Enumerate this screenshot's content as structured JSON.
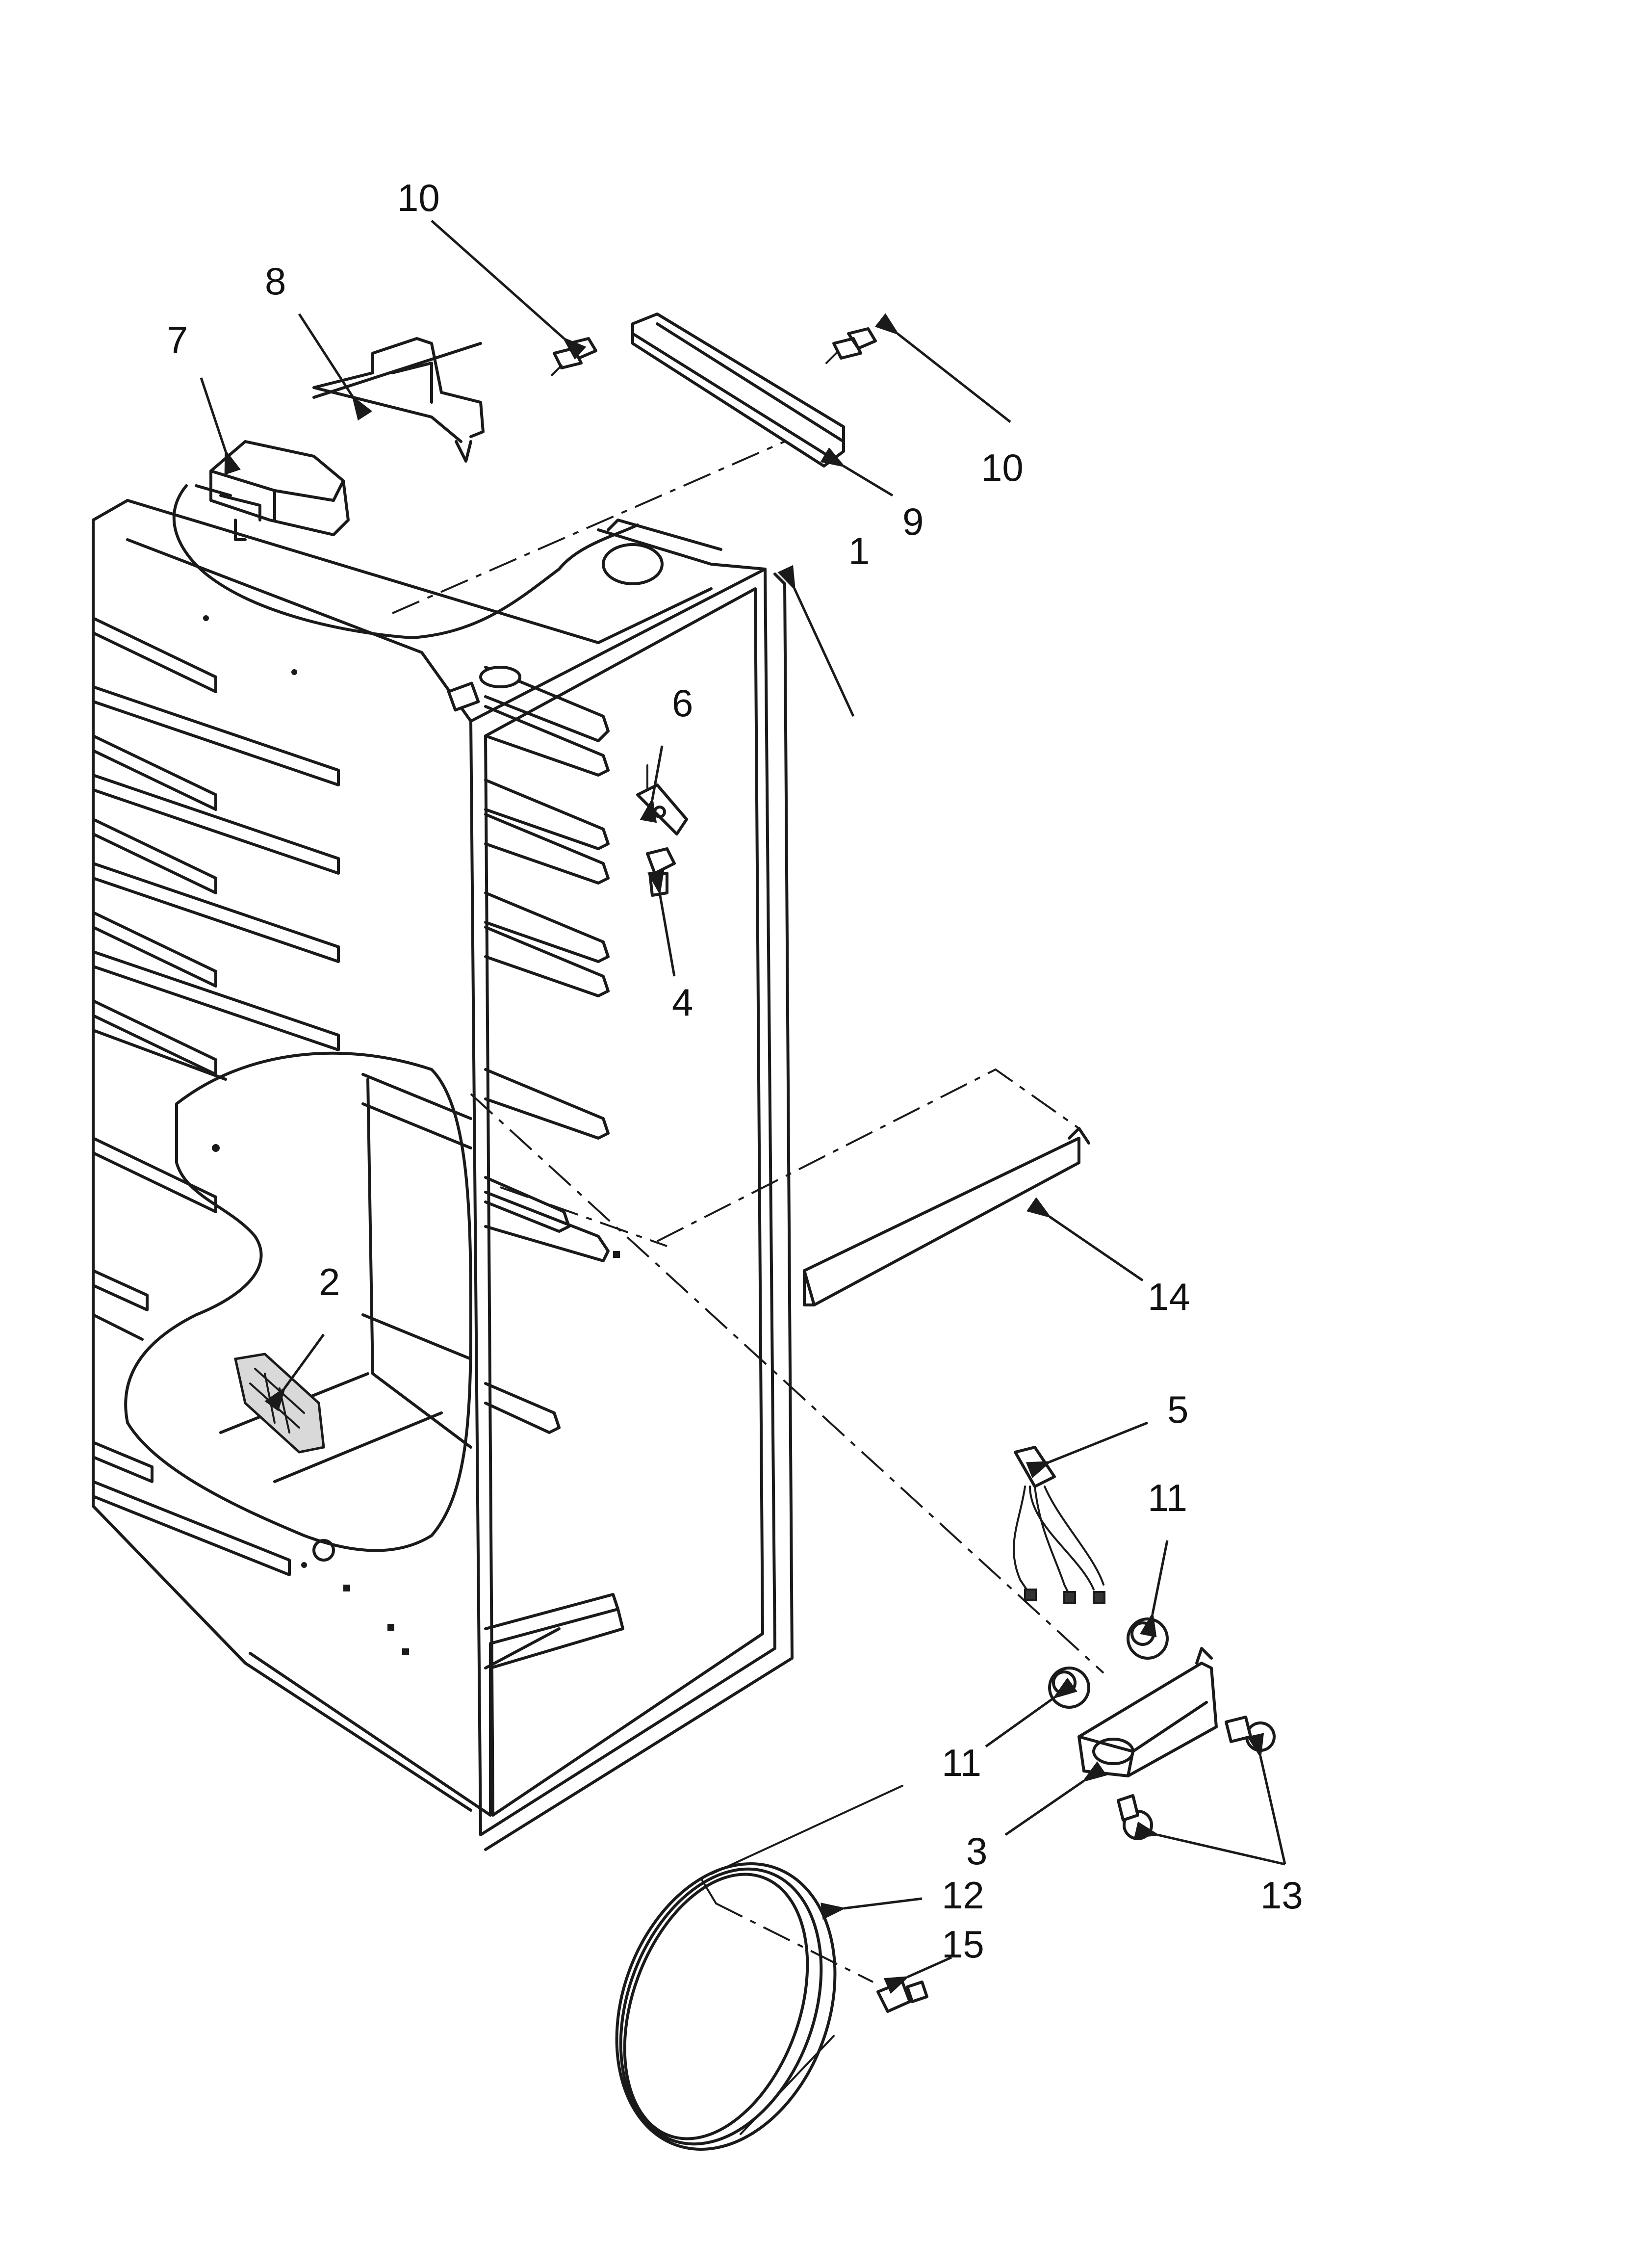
{
  "callouts": [
    {
      "id": "c1",
      "label": "1"
    },
    {
      "id": "c2",
      "label": "2"
    },
    {
      "id": "c3",
      "label": "3"
    },
    {
      "id": "c4",
      "label": "4"
    },
    {
      "id": "c5",
      "label": "5"
    },
    {
      "id": "c6",
      "label": "6"
    },
    {
      "id": "c7",
      "label": "7"
    },
    {
      "id": "c8",
      "label": "8"
    },
    {
      "id": "c9",
      "label": "9"
    },
    {
      "id": "c10a",
      "label": "10"
    },
    {
      "id": "c10b",
      "label": "10"
    },
    {
      "id": "c11a",
      "label": "11"
    },
    {
      "id": "c11b",
      "label": "11"
    },
    {
      "id": "c12",
      "label": "12"
    },
    {
      "id": "c13",
      "label": "13"
    },
    {
      "id": "c14",
      "label": "14"
    },
    {
      "id": "c15",
      "label": "15"
    }
  ]
}
